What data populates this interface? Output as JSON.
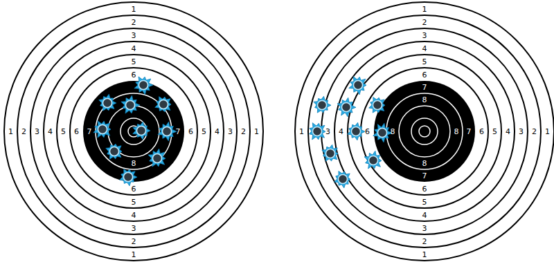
{
  "diagram": {
    "labels": [
      "1",
      "2",
      "3",
      "4",
      "5",
      "6",
      "8",
      "6",
      "5",
      "4",
      "3",
      "2",
      "1",
      "1",
      "2",
      "3",
      "4",
      "5",
      "6",
      "7",
      "7",
      "6",
      "5",
      "4",
      "3",
      "2",
      "1",
      "1",
      "2",
      "3",
      "4",
      "5",
      "6",
      "7",
      "8",
      "8",
      "7",
      "6",
      "5",
      "4",
      "3",
      "2",
      "1",
      "1",
      "3",
      "4",
      "6",
      "8",
      "8",
      "7",
      "6",
      "5",
      "4",
      "3",
      "2",
      "1"
    ]
  }
}
